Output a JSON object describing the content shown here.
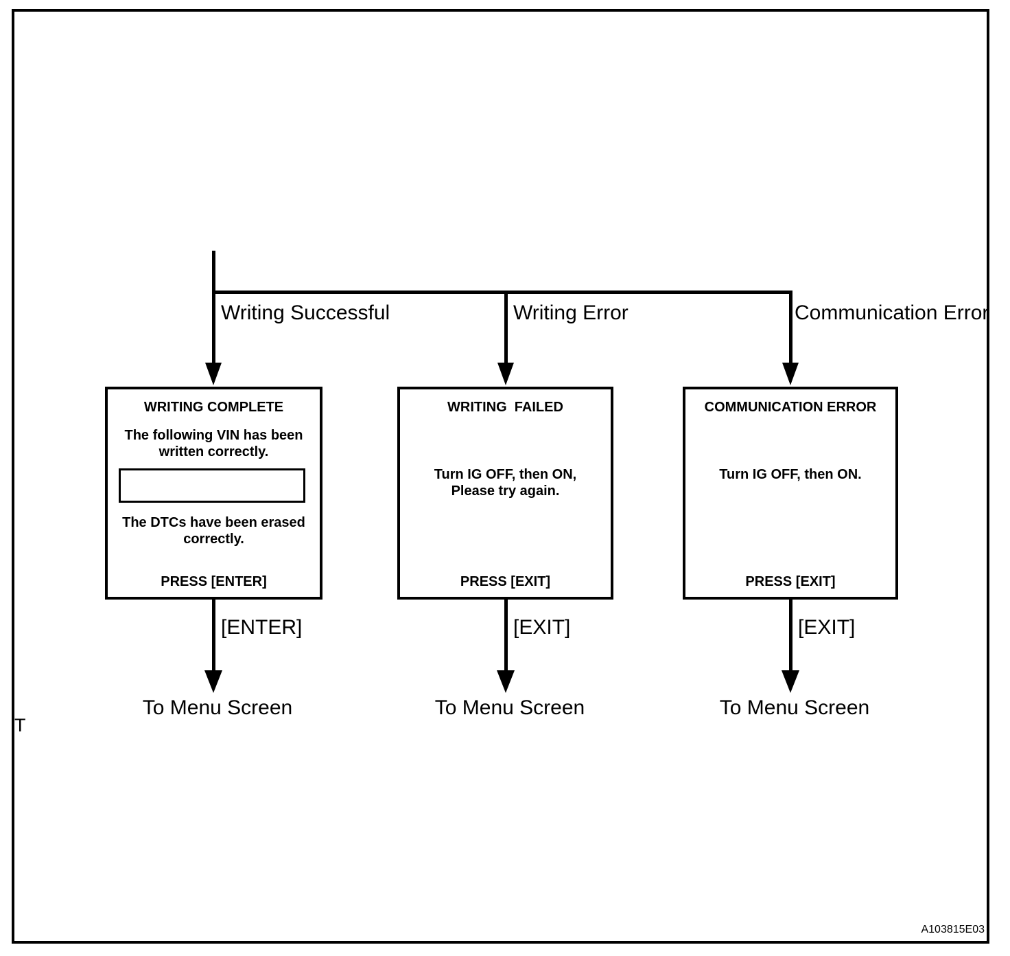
{
  "colors": {
    "ink": "#000000",
    "paper": "#ffffff"
  },
  "page": {
    "stray_label": "T",
    "figure_id": "A103815E03"
  },
  "flowchart": {
    "branches": [
      {
        "condition": "Writing Successful",
        "screen": {
          "title": "WRITING COMPLETE",
          "message_top": "The following VIN has been\nwritten correctly.",
          "vin_field_value": "",
          "message_bottom": "The DTCs have been erased\ncorrectly.",
          "action": "PRESS [ENTER]"
        },
        "key_label": "[ENTER]",
        "destination": "To Menu Screen"
      },
      {
        "condition": "Writing Error",
        "screen": {
          "title": "WRITING  FAILED",
          "message": "Turn IG OFF, then ON,\nPlease try again.",
          "action": "PRESS [EXIT]"
        },
        "key_label": "[EXIT]",
        "destination": "To Menu Screen"
      },
      {
        "condition": "Communication Error",
        "screen": {
          "title": "COMMUNICATION ERROR",
          "message": "Turn IG OFF, then ON.",
          "action": "PRESS [EXIT]"
        },
        "key_label": "[EXIT]",
        "destination": "To Menu Screen"
      }
    ]
  }
}
